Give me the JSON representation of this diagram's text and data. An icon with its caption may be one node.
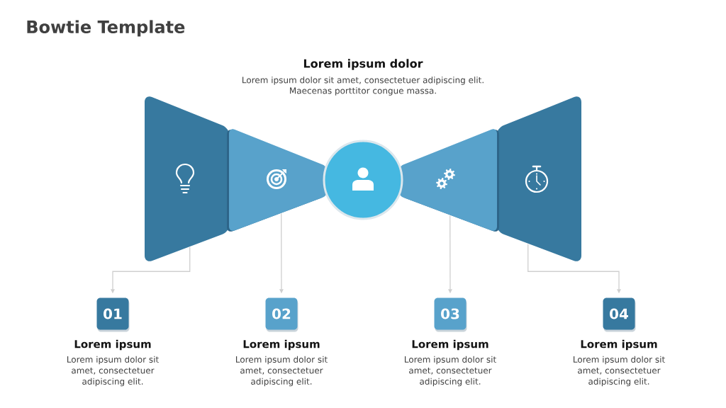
{
  "diagram": {
    "title": "Bowtie Template",
    "nodes": [
      {
        "text": [],
        "shape": "trapezoid"
      },
      {
        "text": [],
        "shape": "trapezoid"
      },
      {
        "text": [],
        "shape": "circle"
      },
      {
        "text": [],
        "shape": "trapezoid"
      },
      {
        "text": [],
        "shape": "trapezoid"
      },
      {
        "text": [
          "01"
        ],
        "beside": [
          "Lorem ipsum",
          "Lorem ipsum dolor sit amet, consectetuer adipiscing elit."
        ]
      },
      {
        "text": [
          "02"
        ],
        "beside": [
          "Lorem ipsum",
          "Lorem ipsum dolor sit amet, consectetuer adipiscing elit."
        ]
      },
      {
        "text": [
          "03"
        ],
        "beside": [
          "Lorem ipsum",
          "Lorem ipsum dolor sit amet, consectetuer adipiscing elit."
        ]
      },
      {
        "text": [
          "04"
        ],
        "beside": [
          "Lorem ipsum",
          "Lorem ipsum dolor sit amet, consectetuer adipiscing elit."
        ]
      }
    ],
    "edges": [
      {
        "from": 0,
        "to": 5,
        "arrow": "to"
      },
      {
        "from": 1,
        "to": 6,
        "arrow": "to"
      },
      {
        "from": 3,
        "to": 7,
        "arrow": "to"
      },
      {
        "from": 4,
        "to": 8,
        "arrow": "to"
      }
    ],
    "labels": [
      "Lorem ipsum dolor",
      "Lorem ipsum dolor sit amet, consectetuer adipiscing elit. Maecenas porttitor congue massa."
    ]
  }
}
